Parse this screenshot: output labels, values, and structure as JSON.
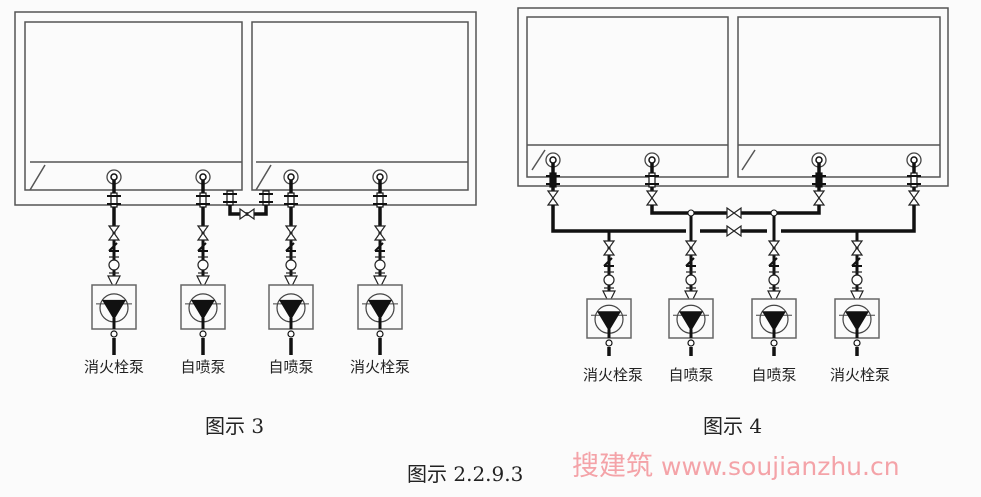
{
  "figure3": {
    "caption": "图示 3",
    "pumps": [
      "消火栓泵",
      "自喷泵",
      "自喷泵",
      "消火栓泵"
    ]
  },
  "figure4": {
    "caption": "图示 4",
    "pumps": [
      "消火栓泵",
      "自喷泵",
      "自喷泵",
      "消火栓泵"
    ]
  },
  "main_caption": "图示 2.2.9.3",
  "watermark": {
    "cn": "搜建筑",
    "url": "www.soujianzhu.cn"
  }
}
